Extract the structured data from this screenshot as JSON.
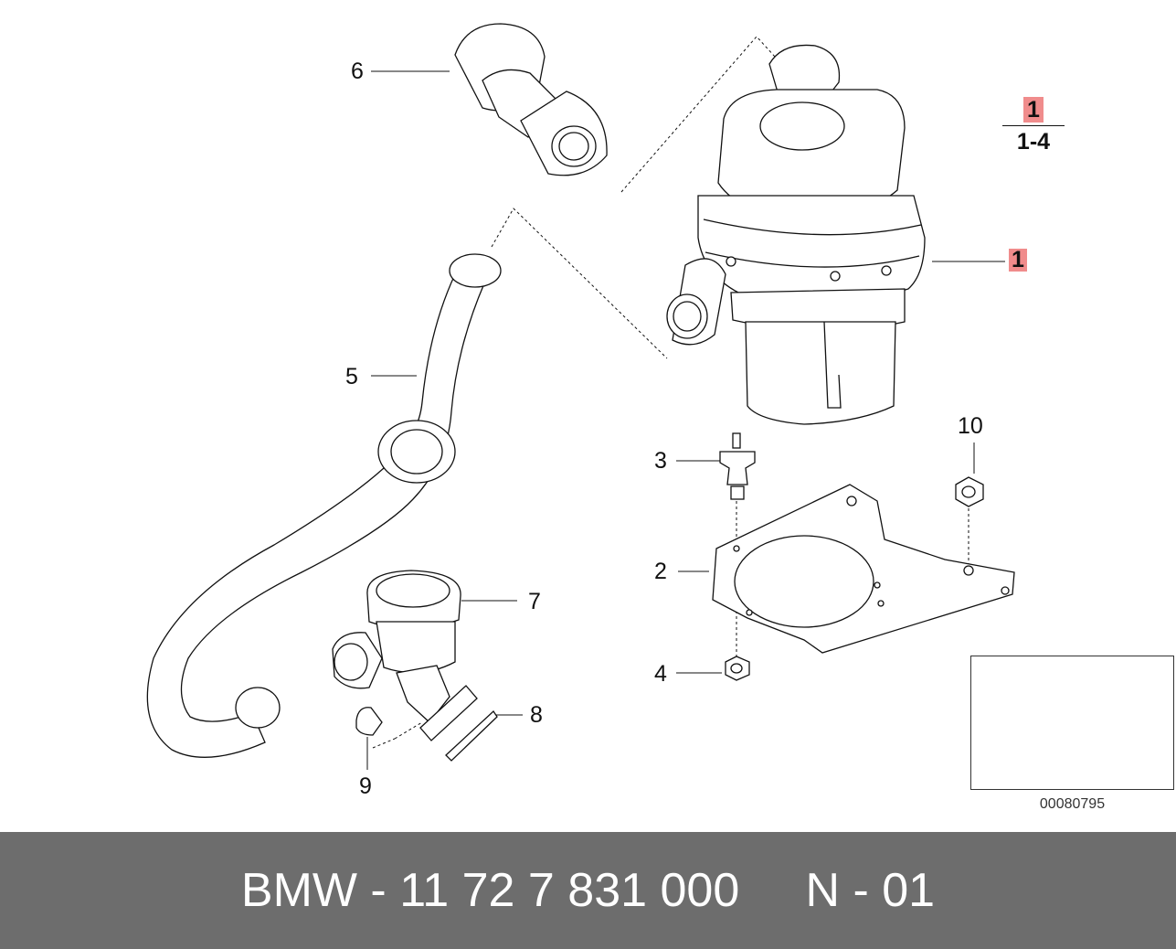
{
  "callouts": {
    "c1": "1",
    "c2": "2",
    "c3": "3",
    "c4": "4",
    "c5": "5",
    "c6": "6",
    "c7": "7",
    "c8": "8",
    "c9": "9",
    "c10": "10"
  },
  "fraction": {
    "top": "1",
    "bottom": "1-4"
  },
  "inset_code": "00080795",
  "footer": {
    "text": "BMW - 11 72 7 831 000     N - 01"
  },
  "colors": {
    "highlight": "#f08c8c",
    "footer_bg": "#6d6d6d",
    "footer_text": "#ffffff",
    "line": "#111111"
  }
}
